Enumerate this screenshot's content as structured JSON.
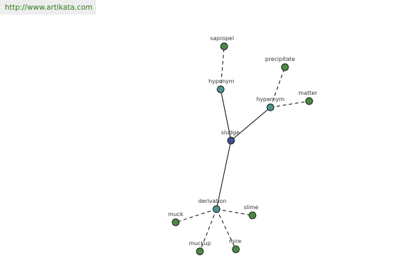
{
  "banner": {
    "url_text": "http://www.artikata.com"
  },
  "colors": {
    "center_node": "#3f4e96",
    "relation_node": "#4f938c",
    "word_node": "#4a8a45",
    "link_text": "#2f7a1f"
  },
  "graph": {
    "nodes": [
      {
        "id": "sludge",
        "label": "sludge",
        "kind": "center"
      },
      {
        "id": "hyponym",
        "label": "hyponym",
        "kind": "relation"
      },
      {
        "id": "hypernym",
        "label": "hypernym",
        "kind": "relation"
      },
      {
        "id": "derivation",
        "label": "derivation",
        "kind": "relation"
      },
      {
        "id": "sapropel",
        "label": "sapropel",
        "kind": "word"
      },
      {
        "id": "precipitate",
        "label": "precipitate",
        "kind": "word"
      },
      {
        "id": "matter",
        "label": "matter",
        "kind": "word"
      },
      {
        "id": "slime",
        "label": "slime",
        "kind": "word"
      },
      {
        "id": "muck",
        "label": "muck",
        "kind": "word"
      },
      {
        "id": "muckup",
        "label": "muckup",
        "kind": "word"
      },
      {
        "id": "mire",
        "label": "mire",
        "kind": "word"
      }
    ],
    "edges": [
      {
        "from": "sludge",
        "to": "hyponym",
        "style": "solid"
      },
      {
        "from": "sludge",
        "to": "hypernym",
        "style": "solid"
      },
      {
        "from": "sludge",
        "to": "derivation",
        "style": "solid"
      },
      {
        "from": "hyponym",
        "to": "sapropel",
        "style": "dashed"
      },
      {
        "from": "hypernym",
        "to": "precipitate",
        "style": "dashed"
      },
      {
        "from": "hypernym",
        "to": "matter",
        "style": "dashed"
      },
      {
        "from": "derivation",
        "to": "slime",
        "style": "dashed"
      },
      {
        "from": "derivation",
        "to": "muck",
        "style": "dashed"
      },
      {
        "from": "derivation",
        "to": "muckup",
        "style": "dashed"
      },
      {
        "from": "derivation",
        "to": "mire",
        "style": "dashed"
      }
    ]
  }
}
